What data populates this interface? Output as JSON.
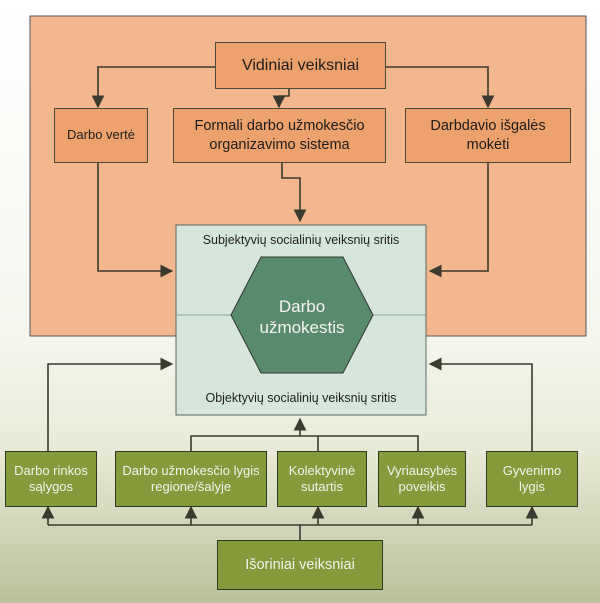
{
  "internal_factors": {
    "title": "Vidiniai veiksniai",
    "children": [
      {
        "label": "Darbo vertė"
      },
      {
        "label": "Formali darbo užmokesčio organizavimo sistema"
      },
      {
        "label": "Darbdavio išgalės mokėti"
      }
    ]
  },
  "center": {
    "subjective_zone": "Subjektyvių socialinių veiksnių sritis",
    "objective_zone": "Objektyvių socialinių veiksnių sritis",
    "core": "Darbo užmokestis"
  },
  "external_factors": {
    "title": "Išoriniai veiksniai",
    "children": [
      {
        "label": "Darbo rinkos sąlygos"
      },
      {
        "label": "Darbo užmokesčio lygis regione/šalyje"
      },
      {
        "label": "Kolektyvinė sutartis"
      },
      {
        "label": "Vyriausybės poveikis"
      },
      {
        "label": "Gyvenimo lygis"
      }
    ]
  },
  "colors": {
    "internal_panel": "#f3b78f",
    "internal_box": "#eda26d",
    "center_panel": "#d6e6dd",
    "core_hexagon": "#5a8a6e",
    "external_box": "#849a3b",
    "connector": "#3a3a2e"
  }
}
